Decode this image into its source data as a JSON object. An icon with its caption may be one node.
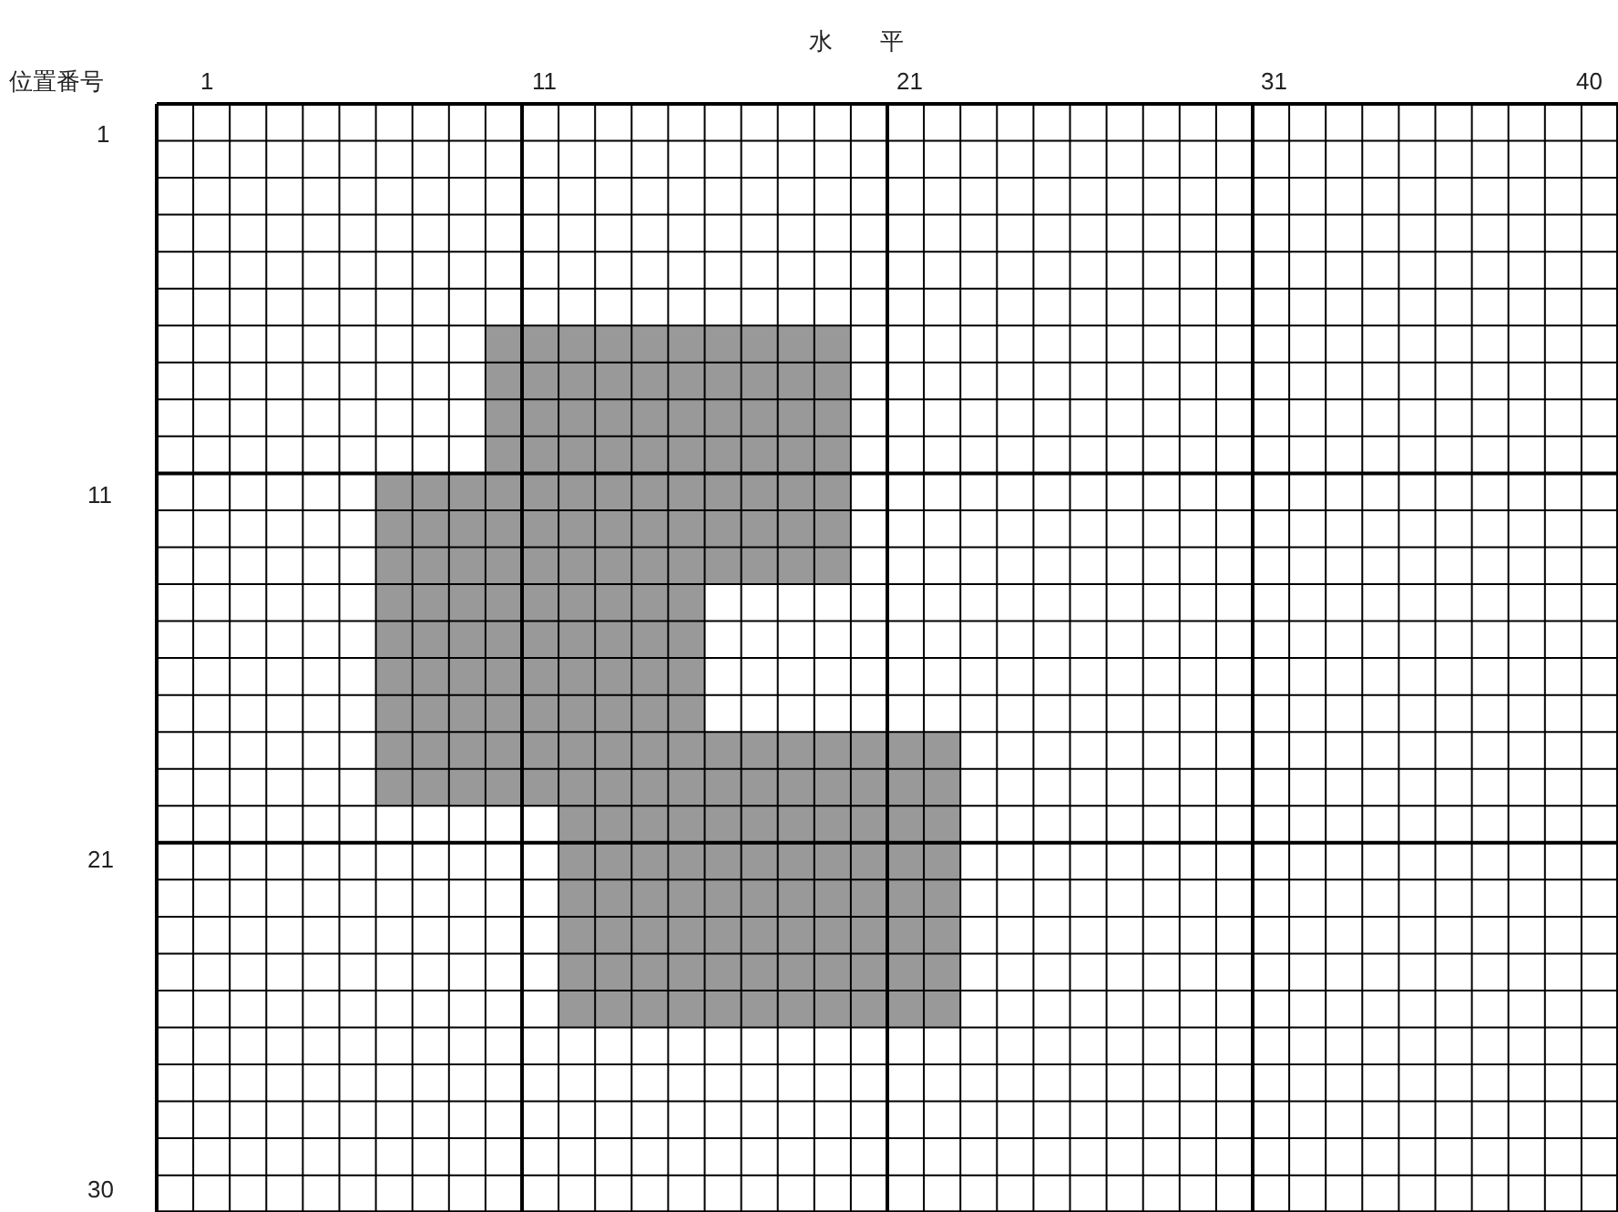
{
  "diagram": {
    "labels": [
      "水平",
      "位置番号",
      "1",
      "11",
      "21",
      "31",
      "40",
      "1",
      "11",
      "21",
      "30"
    ]
  }
}
